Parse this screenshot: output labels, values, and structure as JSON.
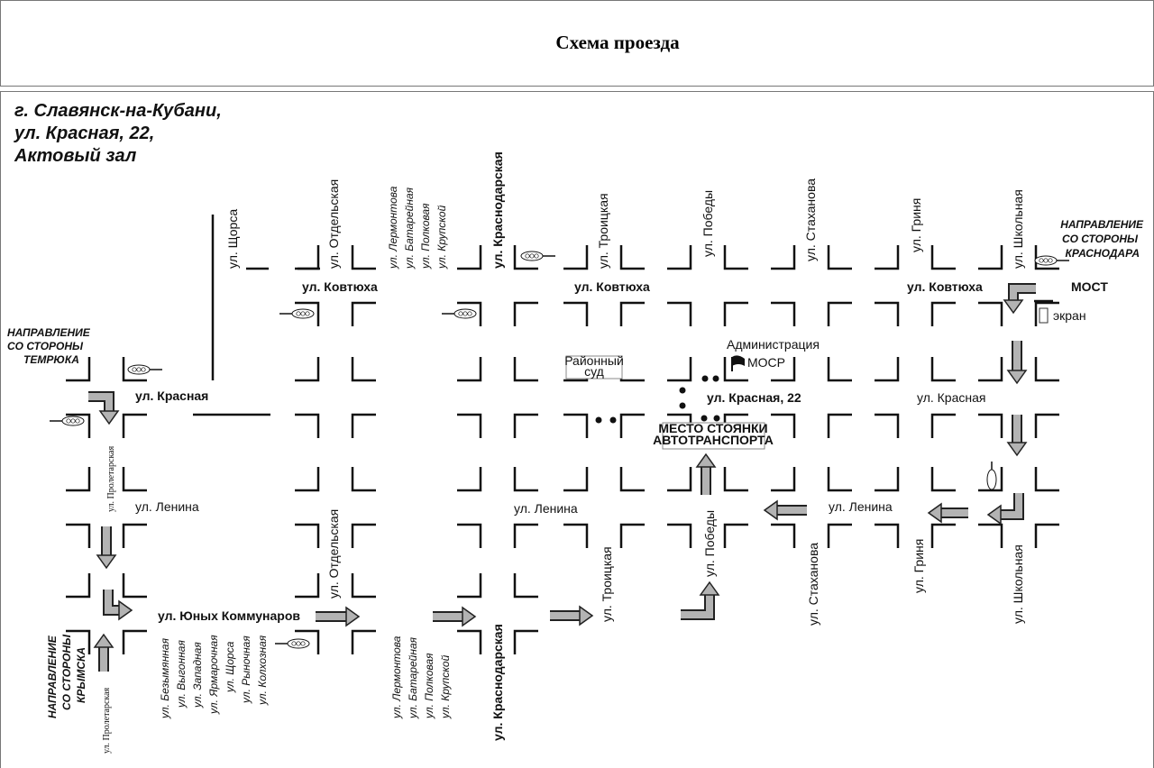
{
  "header": {
    "title": "Схема проезда"
  },
  "map": {
    "city_lines": [
      "г. Славянск-на-Кубани,",
      "ул. Красная, 22,",
      "Актовый зал"
    ],
    "directions": {
      "temryuk": [
        "НАПРАВЛЕНИЕ",
        "СО СТОРОНЫ",
        "ТЕМРЮКА"
      ],
      "krasnodar": [
        "НАПРАВЛЕНИЕ",
        "СО СТОРОНЫ",
        "КРАСНОДАРА"
      ],
      "krymsk": [
        "НАПРАВЛЕНИЕ",
        "СО СТОРОНЫ",
        "КРЫМСКА"
      ]
    },
    "horizontal_streets": {
      "kovtyukha": "ул. Ковтюха",
      "krasnaya": "ул. Красная",
      "krasnaya_22": "ул. Красная, 22",
      "lenina": "ул. Ленина",
      "yunykh_kommunarov": "ул. Юных Коммунаров"
    },
    "vertical_streets": {
      "shchorsa": "ул. Щорса",
      "otdelskaya": "ул. Отдельская",
      "krasnodarskaya": "ул. Краснодарская",
      "troitskaya": "ул. Троицкая",
      "pobedy": "ул. Победы",
      "stakhanova": "ул. Стаханова",
      "grinya": "ул. Гриня",
      "shkolnaya": "ул. Школьная",
      "proletarskaya": "ул. Пролетарская"
    },
    "lermontov_group": [
      "ул. Лермонтова",
      "ул. Батарейная",
      "ул. Полковая",
      "ул. Крупской"
    ],
    "west_group": [
      "ул. Безымянная",
      "ул. Выгонная",
      "ул. Западная",
      "ул. Ярмарочная",
      "ул. Щорса",
      "ул. Рыночная",
      "ул. Колхозная"
    ],
    "landmarks": {
      "administration": "Администрация",
      "mosr": "МОСР",
      "court": [
        "Районный",
        "суд"
      ],
      "parking": [
        "МЕСТО СТОЯНКИ",
        "АВТОТРАНСПОРТА"
      ],
      "bridge": "МОСТ",
      "screen": "экран"
    },
    "colors": {
      "arrow_fill": "#b3b3b3",
      "line": "#111111"
    }
  }
}
